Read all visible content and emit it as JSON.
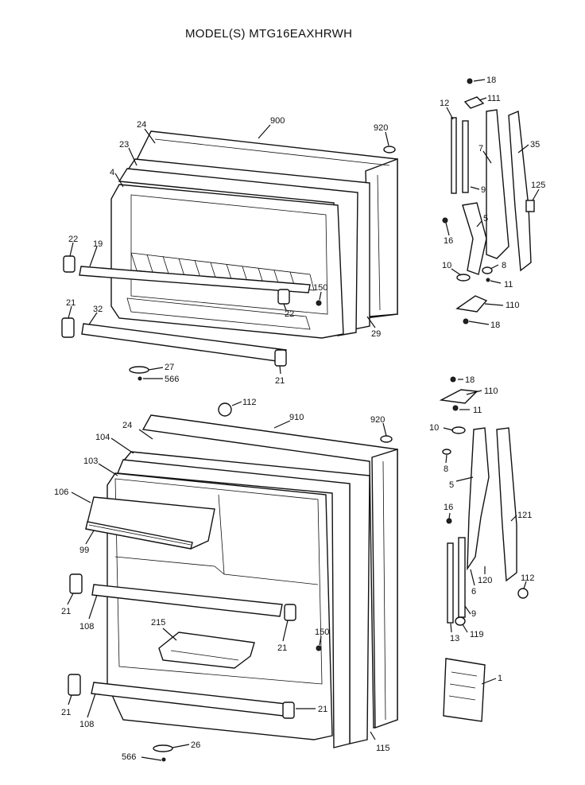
{
  "title": "MODEL(S) MTG16EAXHRWH",
  "upper_labels": {
    "l18a": "18",
    "l111": "111",
    "l12": "12",
    "l900": "900",
    "l24": "24",
    "l920": "920",
    "l7": "7",
    "l35": "35",
    "l23": "23",
    "l9": "9",
    "l125": "125",
    "l4": "4",
    "l5": "5",
    "l22a": "22",
    "l19": "19",
    "l16": "16",
    "l10": "10",
    "l8": "8",
    "l11": "11",
    "l150": "150",
    "l22b": "22",
    "l21a": "21",
    "l32": "32",
    "l110": "110",
    "l18b": "18",
    "l29": "29",
    "l27": "27",
    "l566": "566",
    "l21b": "21"
  },
  "lower_labels": {
    "l18": "18",
    "l112a": "112",
    "l110": "110",
    "l11": "11",
    "l910": "910",
    "l920": "920",
    "l24": "24",
    "l10": "10",
    "l104": "104",
    "l8": "8",
    "l103": "103",
    "l5": "5",
    "l106": "106",
    "l16": "16",
    "l121": "121",
    "l99": "99",
    "l120": "120",
    "l6": "6",
    "l112b": "112",
    "l21a": "21",
    "l9": "9",
    "l108a": "108",
    "l215": "215",
    "l150": "150",
    "l119": "119",
    "l21b": "21",
    "l13": "13",
    "l1": "1",
    "l21c": "21",
    "l21d": "21",
    "l108b": "108",
    "l115": "115",
    "l26": "26",
    "l566": "566"
  }
}
